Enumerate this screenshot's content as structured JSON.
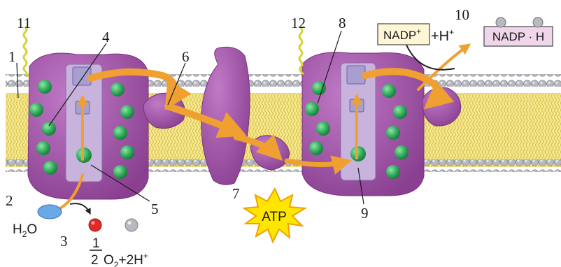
{
  "labels": {
    "n1": "1",
    "n2": "2",
    "n3": "3",
    "n4": "4",
    "n5": "5",
    "n6": "6",
    "n7": "7",
    "n8": "8",
    "n9": "9",
    "n10": "10",
    "n11": "11",
    "n12": "12"
  },
  "molecules": {
    "nadp": "NADP",
    "nadp_plus_sup": "+",
    "plus_h": "+H",
    "h_plus_sup": "+",
    "nadph": "NADP · H",
    "atp": "ATP",
    "h2o_h": "H",
    "h2o_sub": "2",
    "h2o_o": "O",
    "half_num": "1",
    "half_den": "2",
    "o2_o": "O",
    "o2_sub": "2",
    "o2_rest": "+2H",
    "o2_sup": "+"
  },
  "colors": {
    "protein": "#9b4fa0",
    "protein_light": "#c7a3d4",
    "chlorophyll": "#2faa5a",
    "arrow": "#f0a030",
    "lipid_head": "#b9bcc2",
    "lipid_tail": "#f2e27a",
    "atp_star": "#ffe600",
    "atp_star_edge": "#f0a000"
  },
  "icons": [
    "light-ray-icon",
    "water-molecule-icon",
    "oxygen-atom-icon",
    "proton-atom-icon",
    "atp-burst-icon"
  ]
}
